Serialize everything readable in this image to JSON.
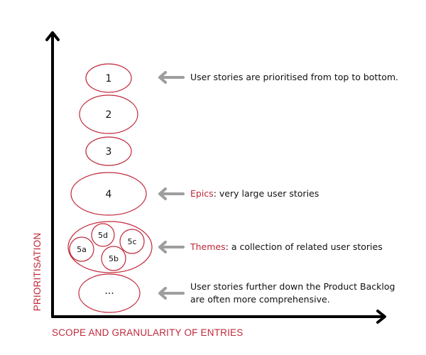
{
  "axes": {
    "y_label": "PRIORITISATION",
    "x_label": "SCOPE AND GRANULARITY OF ENTRIES"
  },
  "stories": {
    "s1": "1",
    "s2": "2",
    "s3": "3",
    "s4": "4",
    "s5a": "5a",
    "s5b": "5b",
    "s5c": "5c",
    "s5d": "5d",
    "more": "..."
  },
  "annotations": {
    "top_to_bottom": "User stories are prioritised from top to bottom.",
    "epics_term": "Epics",
    "epics_desc": ": very large user stories",
    "themes_term": "Themes",
    "themes_desc": ": a collection of related user stories",
    "further_line1": "User stories further down the Product Backlog",
    "further_line2": "are often more comprehensive."
  },
  "colors": {
    "accent": "#c0283a",
    "arrow": "#9e9e9e",
    "axis": "#000000"
  }
}
